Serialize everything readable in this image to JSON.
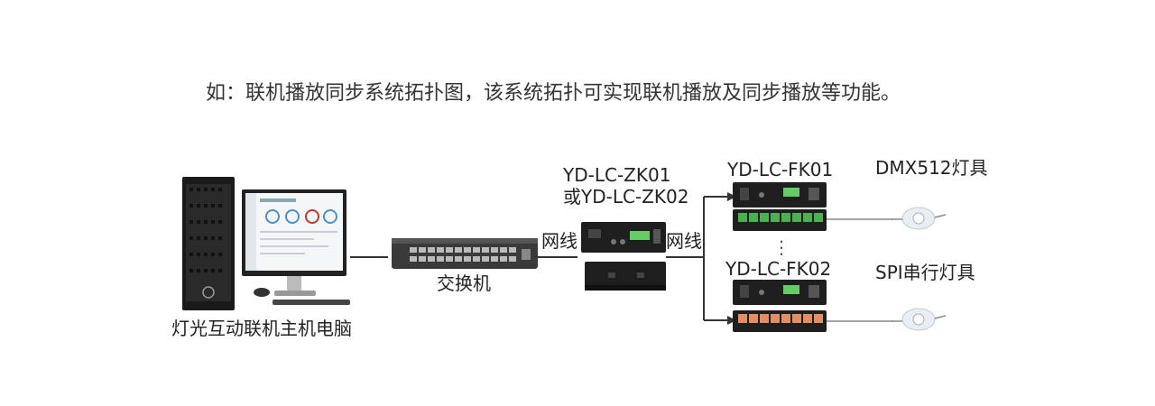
{
  "caption": "如：联机播放同步系统拓扑图，该系统拓扑可实现联机播放及同步播放等功能。",
  "labels": {
    "host_pc": "灯光互动联机主机电脑",
    "switch": "交换机",
    "net_cable_1": "网线",
    "net_cable_2": "网线",
    "controller_line1": "YD-LC-ZK01",
    "controller_line2": "或YD-LC-ZK02",
    "fk01": "YD-LC-FK01",
    "fk02": "YD-LC-FK02",
    "dmx_light": "DMX512灯具",
    "spi_light": "SPI串行灯具",
    "ellipsis": "⋮"
  },
  "colors": {
    "line": "#333333",
    "device_dark": "#1e1e1e",
    "green_terminal": "#4caf50",
    "orange_terminal": "#e38e63"
  }
}
